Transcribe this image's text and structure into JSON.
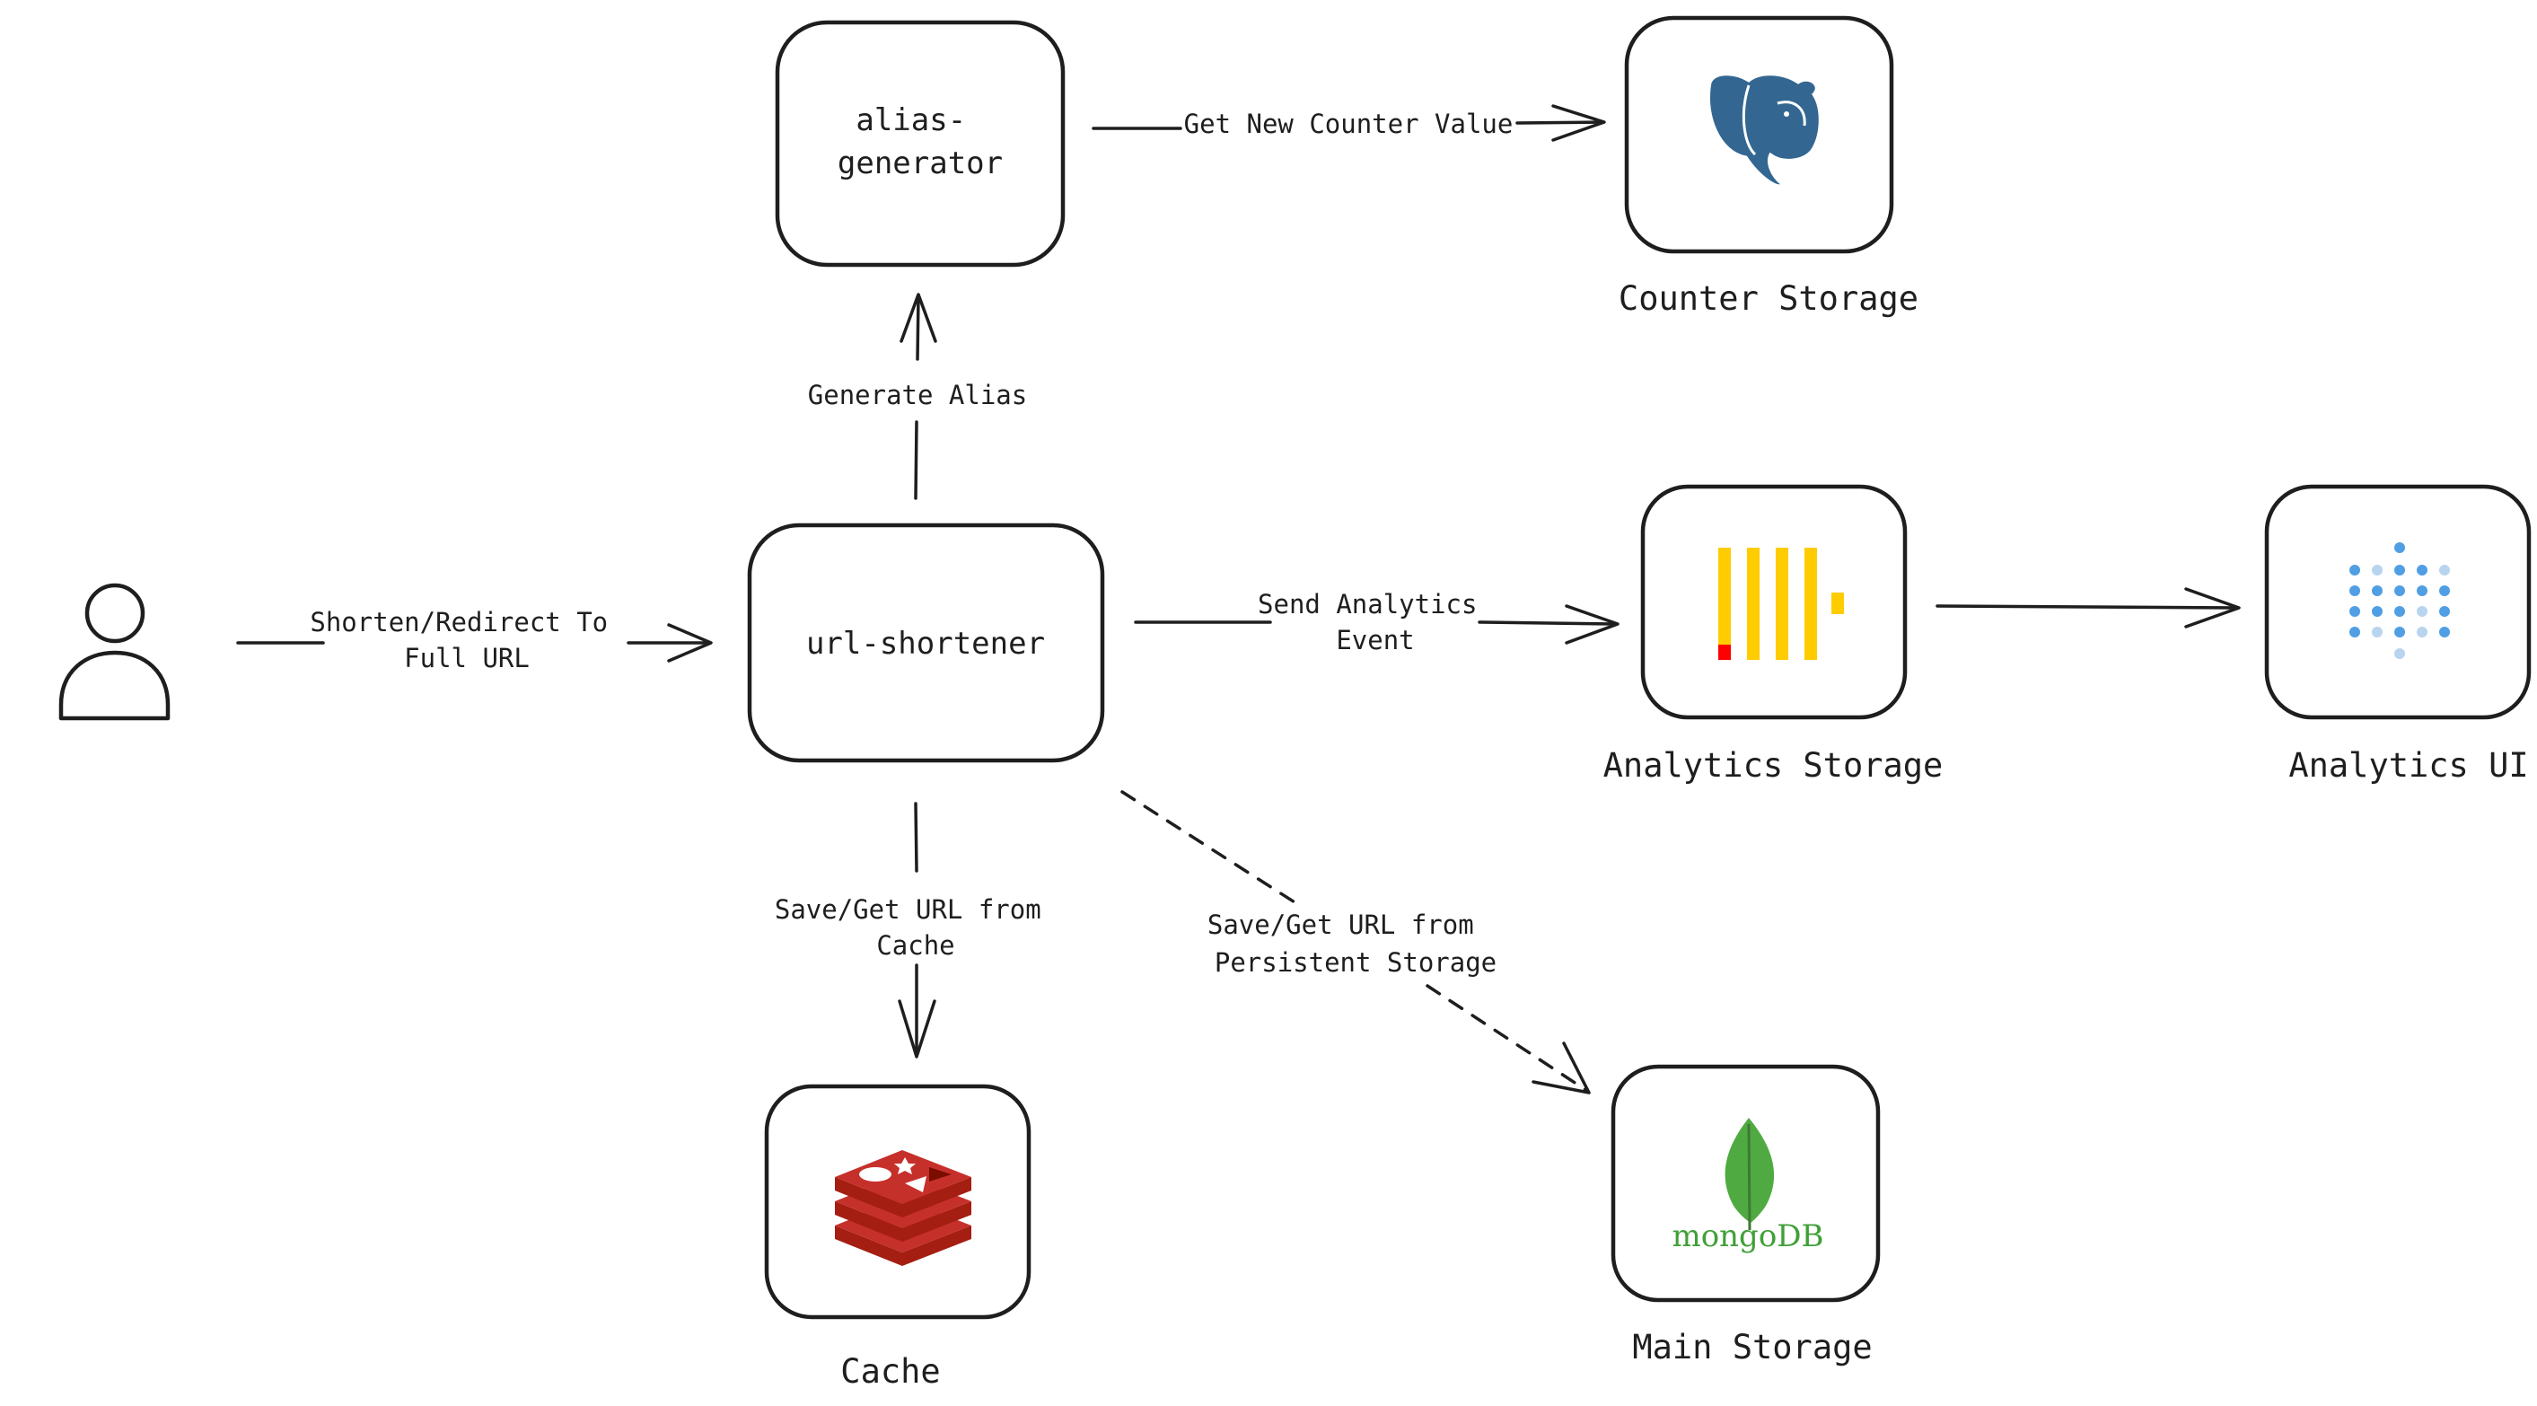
{
  "nodes": {
    "user": {
      "kind": "actor"
    },
    "url_shortener": {
      "label": [
        "url-shortener"
      ]
    },
    "alias_generator": {
      "label": [
        "alias-",
        "generator"
      ]
    },
    "counter_storage": {
      "caption": "Counter Storage",
      "icon": "postgresql-elephant-icon"
    },
    "analytics_storage": {
      "caption": "Analytics Storage",
      "icon": "clickhouse-bars-icon"
    },
    "analytics_ui": {
      "caption": "Analytics UI",
      "icon": "metabase-dots-icon"
    },
    "cache": {
      "caption": "Cache",
      "icon": "redis-stack-icon"
    },
    "main_storage": {
      "caption": "Main Storage",
      "icon": "mongodb-leaf-icon",
      "logo_text": "mongoDB"
    }
  },
  "edges": {
    "user_to_shortener": {
      "label": [
        "Shorten/Redirect To",
        "Full URL"
      ],
      "style": "solid"
    },
    "shortener_to_alias": {
      "label": [
        "Generate Alias"
      ],
      "style": "solid"
    },
    "alias_to_counter": {
      "label": [
        "Get New Counter Value"
      ],
      "style": "solid"
    },
    "shortener_to_analytics": {
      "label": [
        "Send Analytics",
        "Event"
      ],
      "style": "solid"
    },
    "analytics_to_ui": {
      "label": [],
      "style": "solid"
    },
    "shortener_to_cache": {
      "label": [
        "Save/Get URL from",
        "Cache"
      ],
      "style": "solid"
    },
    "shortener_to_main": {
      "label": [
        "Save/Get URL from",
        "Persistent Storage"
      ],
      "style": "dashed"
    }
  },
  "colors": {
    "stroke": "#1e1e1e",
    "postgres_blue": "#336791",
    "clickhouse_yellow": "#ffcc01",
    "clickhouse_red": "#ff0000",
    "metabase_blue": "#509ee3",
    "metabase_light": "#b8d4ef",
    "redis_red": "#c6302b",
    "redis_dark": "#a41e11",
    "mongo_green": "#4faa41",
    "mongo_text": "#3fa037"
  }
}
